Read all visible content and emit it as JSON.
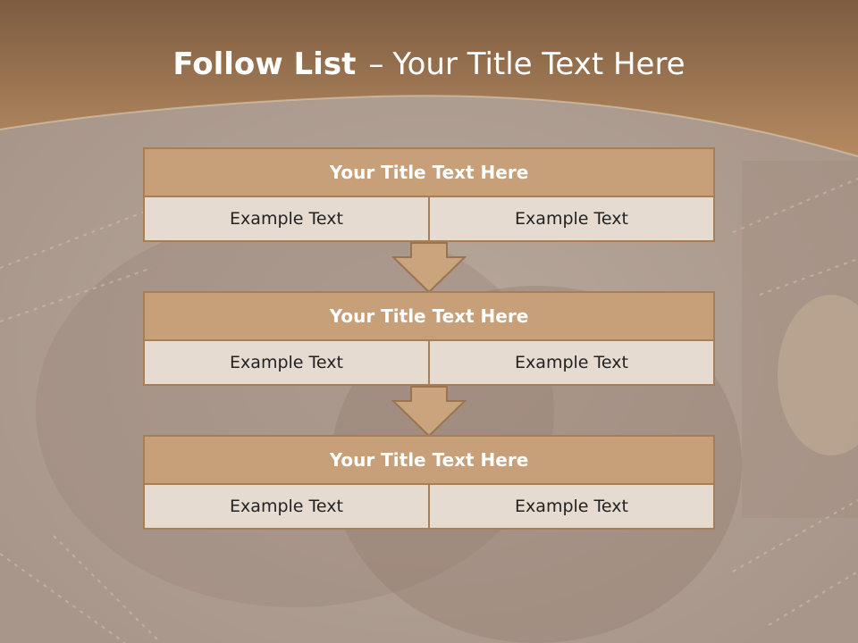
{
  "slide": {
    "title_bold": "Follow List",
    "title_dash": "–",
    "title_rest": "Your Title Text Here"
  },
  "blocks": [
    {
      "title": "Your Title Text Here",
      "left": "Example Text",
      "right": "Example Text"
    },
    {
      "title": "Your Title Text Here",
      "left": "Example Text",
      "right": "Example Text"
    },
    {
      "title": "Your Title Text Here",
      "left": "Example Text",
      "right": "Example Text"
    }
  ],
  "colors": {
    "header_band": "#a8805a",
    "block_header": "#c79f78",
    "block_cell": "#e6dbd1",
    "border": "#a77e56",
    "arrow_fill": "#c9a47c"
  }
}
